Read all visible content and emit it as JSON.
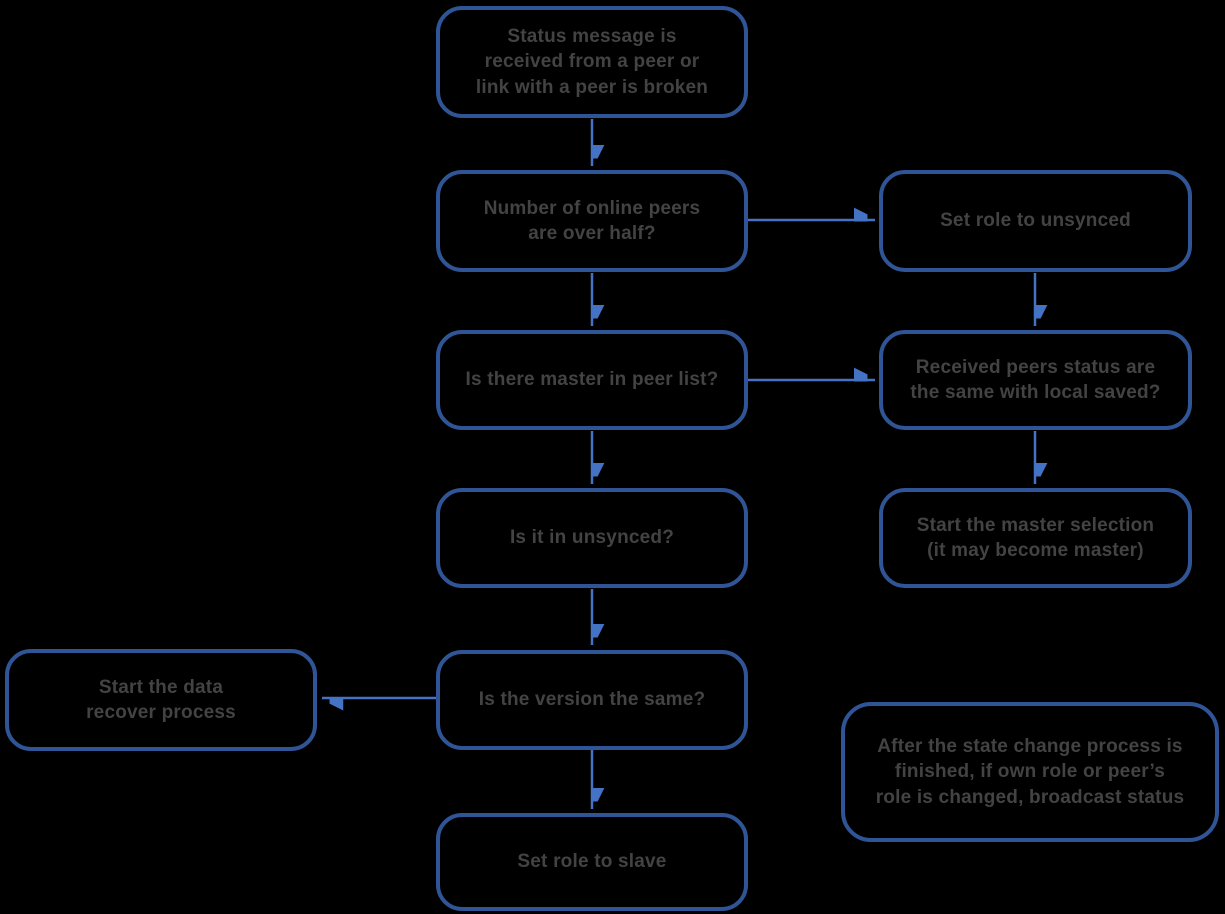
{
  "diagram": {
    "type": "flowchart",
    "title": "Peer status / role state-change flowchart",
    "colors": {
      "background": "#000000",
      "box_border": "#2f5597",
      "arrow": "#4472c4",
      "text": "#434343"
    },
    "nodes": [
      {
        "id": "status-received",
        "text": "Status message is\nreceived from a peer or\nlink with a peer is broken"
      },
      {
        "id": "peers-over-half",
        "text": "Number of online peers\nare over half?"
      },
      {
        "id": "set-role-unsynced",
        "text": "Set role to unsynced"
      },
      {
        "id": "master-in-peer-list",
        "text": "Is there master in peer list?"
      },
      {
        "id": "received-status-same",
        "text": "Received peers status are\nthe same with local saved?"
      },
      {
        "id": "is-in-unsynced",
        "text": "Is it in unsynced?"
      },
      {
        "id": "start-master-selection",
        "text": "Start the master selection\n(it may become master)"
      },
      {
        "id": "start-data-recover",
        "text": "Start the data\nrecover process"
      },
      {
        "id": "version-same",
        "text": "Is the version the same?"
      },
      {
        "id": "set-role-slave",
        "text": "Set role to slave"
      },
      {
        "id": "broadcast-note",
        "text": "After the state change process is\nfinished, if own role or peer’s\nrole is changed, broadcast status"
      }
    ],
    "edges": [
      {
        "from": "status-received",
        "to": "peers-over-half"
      },
      {
        "from": "peers-over-half",
        "to": "set-role-unsynced"
      },
      {
        "from": "peers-over-half",
        "to": "master-in-peer-list"
      },
      {
        "from": "set-role-unsynced",
        "to": "received-status-same"
      },
      {
        "from": "master-in-peer-list",
        "to": "received-status-same"
      },
      {
        "from": "master-in-peer-list",
        "to": "is-in-unsynced"
      },
      {
        "from": "received-status-same",
        "to": "start-master-selection"
      },
      {
        "from": "is-in-unsynced",
        "to": "version-same"
      },
      {
        "from": "version-same",
        "to": "start-data-recover"
      },
      {
        "from": "version-same",
        "to": "set-role-slave"
      }
    ]
  }
}
